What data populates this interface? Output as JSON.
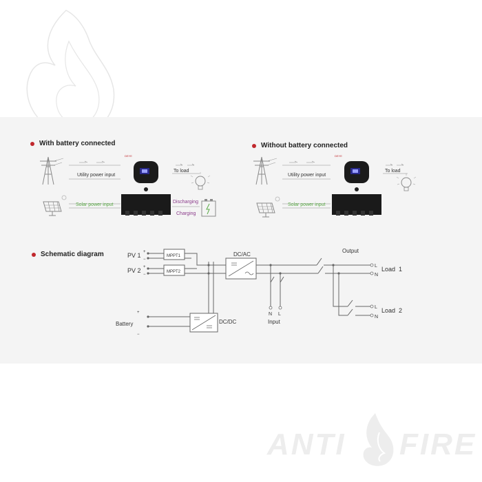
{
  "sections": {
    "with_battery": "With battery connected",
    "without_battery": "Without battery connected",
    "schematic": "Schematic diagram"
  },
  "flow": {
    "utility_input": "Utility power input",
    "solar_input": "Solar power input",
    "to_load": "To load",
    "discharging": "Discharging",
    "charging": "Charging",
    "brand_mark": "DEYE"
  },
  "schematic": {
    "pv1": "PV 1",
    "pv2": "PV 2",
    "plus": "+",
    "minus": "−",
    "mppt1": "MPPT1",
    "mppt2": "MPPT2",
    "dcac": "DC/AC",
    "dcdc": "DC/DC",
    "battery": "Battery",
    "output": "Output",
    "input": "Input",
    "load1": "Load  1",
    "load2": "Load  2",
    "L": "L",
    "N": "N"
  },
  "watermark": {
    "left": "ANTI",
    "right": "FIRE"
  },
  "colors": {
    "panel_bg": "#f4f4f4",
    "bullet": "#c0282d",
    "solar_green": "#5aaa46",
    "discharge_purple": "#8a3a8a",
    "line": "#666666"
  }
}
